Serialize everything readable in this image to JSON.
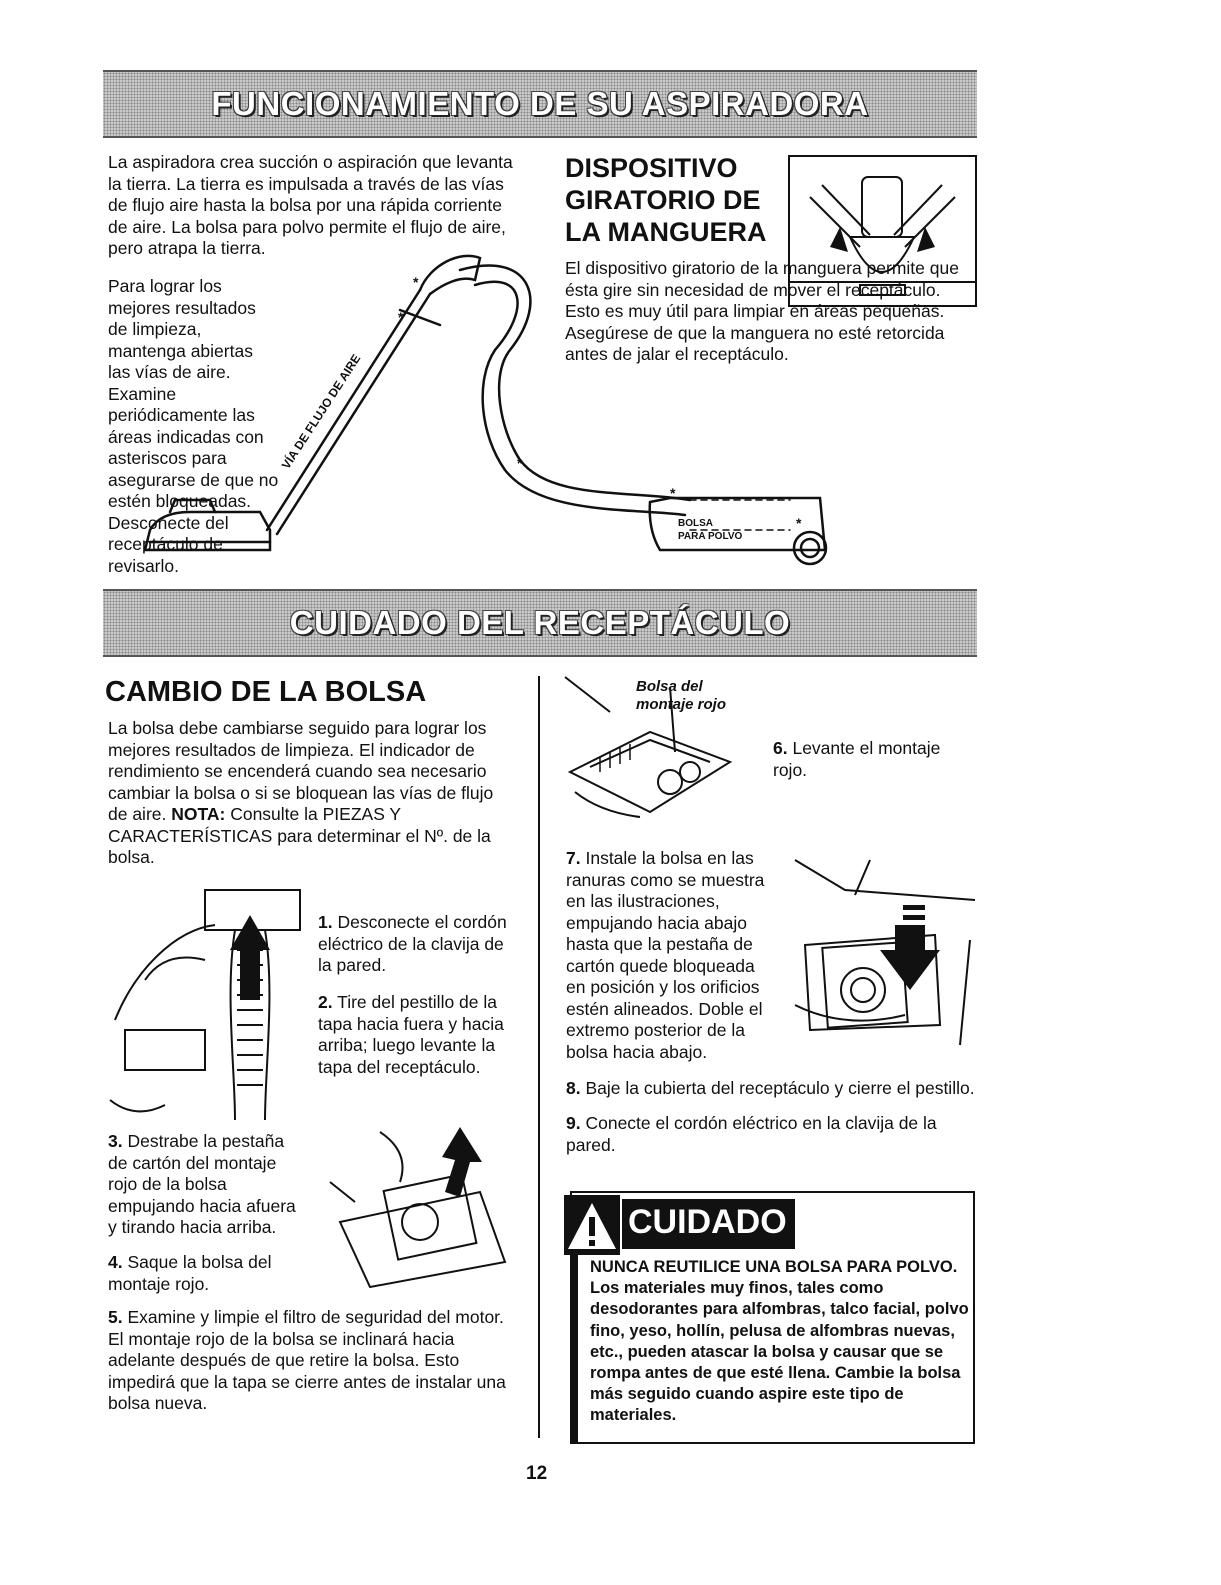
{
  "sections": {
    "operation_banner": "FUNCIONAMIENTO DE SU ASPIRADORA",
    "care_banner": "CUIDADO DEL RECEPTÁCULO"
  },
  "operation": {
    "intro": "La aspiradora crea succión o aspiración que levanta la tierra. La tierra es impulsada a través de las vías de flujo aire hasta la bolsa por una rápida corriente de aire. La bolsa para polvo permite el flujo de aire, pero atrapa la tierra.",
    "tips": "Para lograr los mejores resultados de limpieza, mantenga abiertas las vías de aire. Examine periódicamente las áreas indicadas con asteriscos para asegurarse de que no estén bloqueadas. Desconecte del receptáculo de revisarlo.",
    "airflow_label": "VÍA DE FLUJO DE AIRE",
    "bag_label_1": "BOLSA",
    "bag_label_2": "PARA POLVO",
    "swivel_heading_1": "DISPOSITIVO",
    "swivel_heading_2": "GIRATORIO DE",
    "swivel_heading_3": "LA MANGUERA",
    "swivel_text": "El dispositivo giratorio de la manguera permite que ésta gire sin necesidad de mover el receptáculo. Esto es muy útil para limpiar en áreas pequeñas. Asegúrese de que la manguera no esté retorcida antes de jalar el receptáculo."
  },
  "bag_change": {
    "heading": "CAMBIO DE LA BOLSA",
    "intro_1": "La bolsa debe cambiarse seguido para lograr los mejores resultados de limpieza. El indicador de rendimiento se encenderá cuando sea necesario cambiar la bolsa o si se bloquean las vías de flujo de aire. ",
    "intro_note_label": "NOTA:",
    "intro_2": " Consulte la PIEZAS Y CARACTERÍSTICAS para determinar el Nº. de la bolsa.",
    "step1_num": "1.",
    "step1": " Desconecte el cordón eléctrico de la clavija de la pared.",
    "step2_num": "2.",
    "step2": " Tire del pestillo de la tapa hacia fuera y hacia arriba; luego levante la tapa del receptáculo.",
    "step3_num": "3.",
    "step3": " Destrabe la pestaña de cartón del montaje rojo de la bolsa empujando hacia afuera y tirando hacia arriba.",
    "step4_num": "4.",
    "step4": " Saque la bolsa del montaje rojo.",
    "step5_num": "5.",
    "step5": " Examine y limpie el filtro de seguridad del motor. El montaje rojo de la bolsa se inclinará hacia adelante después de que retire la bolsa. Esto impedirá que la tapa se cierre antes de instalar una bolsa nueva.",
    "red_mount_label_1": "Bolsa del",
    "red_mount_label_2": "montaje rojo",
    "step6_num": "6.",
    "step6": " Levante el montaje rojo.",
    "step7_num": "7.",
    "step7": " Instale la bolsa en las ranuras como se muestra en las ilustraciones, empujando hacia abajo hasta que la pestaña de cartón quede bloqueada en posición y los orificios estén alineados. Doble el extremo posterior de la bolsa hacia abajo.",
    "step8_num": "8.",
    "step8": " Baje la cubierta del receptáculo y cierre el pestillo.",
    "step9_num": "9.",
    "step9": " Conecte el cordón eléctrico en la clavija de la pared."
  },
  "caution": {
    "title": "CUIDADO",
    "icon": "warning-triangle-icon",
    "text": "NUNCA REUTILICE UNA BOLSA PARA POLVO. Los materiales muy finos, tales como desodorantes para alfombras, talco facial, polvo fino, yeso, hollín, pelusa de alfombras nuevas, etc., pueden atascar la bolsa y causar que se rompa antes de que esté llena. Cambie la bolsa más seguido cuando aspire este tipo de materiales."
  },
  "page_number": "12"
}
